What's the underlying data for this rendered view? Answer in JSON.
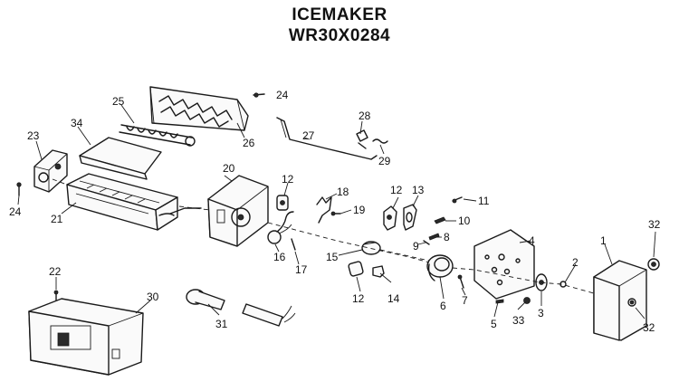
{
  "title": {
    "line1": "ICEMAKER",
    "line2": "WR30X0284"
  },
  "callouts": {
    "c1": "1",
    "c2": "2",
    "c3": "3",
    "c4": "4",
    "c5": "5",
    "c6": "6",
    "c7": "7",
    "c8": "8",
    "c9": "9",
    "c10": "10",
    "c11": "11",
    "c12a": "12",
    "c12b": "12",
    "c12c": "12",
    "c13": "13",
    "c14": "14",
    "c15": "15",
    "c16": "16",
    "c17": "17",
    "c18": "18",
    "c19": "19",
    "c20": "20",
    "c21": "21",
    "c22": "22",
    "c23": "23",
    "c24a": "24",
    "c24b": "24",
    "c25": "25",
    "c26": "26",
    "c27": "27",
    "c28": "28",
    "c29": "29",
    "c30": "30",
    "c31": "31",
    "c32a": "32",
    "c32b": "32",
    "c33": "33",
    "c34": "34"
  }
}
